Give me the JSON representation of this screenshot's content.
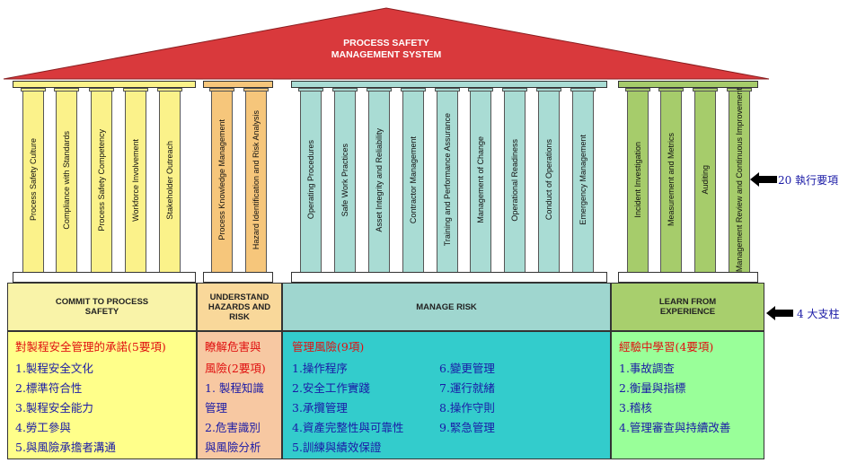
{
  "roof": {
    "title_line1": "PROCESS SAFETY",
    "title_line2": "MANAGEMENT SYSTEM",
    "color": "#d9393c"
  },
  "groups": [
    {
      "label": "COMMIT TO PROCESS SAFETY",
      "color": "#fbf28a",
      "foundation_color": "#f9f3a8",
      "box_color": "#ffff8a",
      "pillars": [
        "Process Safety Culture",
        "Compliance with Standards",
        "Process Safety Competency",
        "Workforce Involvement",
        "Stakeholder Outreach"
      ],
      "zh_heading": "對製程安全管理的承諾(5要項)",
      "zh_items": [
        "1.製程安全文化",
        "2.標準符合性",
        "3.製程安全能力",
        "4.勞工參與",
        "5.與風險承擔者溝通"
      ]
    },
    {
      "label": "UNDERSTAND HAZARDS AND RISK",
      "color": "#f6c67b",
      "foundation_color": "#f9d89a",
      "box_color": "#f7c8a2",
      "pillars": [
        "Process Knowledge Management",
        "Hazard Identification and Risk Analysis"
      ],
      "zh_heading_lines": [
        "瞭解危害與",
        "風險(2要項)"
      ],
      "zh_items": [
        "1. 製程知識",
        "管理",
        "2.危害識別",
        "與風險分析"
      ]
    },
    {
      "label": "MANAGE RISK",
      "color": "#a9dcd4",
      "foundation_color": "#9fd6cf",
      "box_color": "#33cccc",
      "pillars": [
        "Operating Procedures",
        "Safe Work Practices",
        "Asset Integrity and Reliability",
        "Contractor Management",
        "Training and Performance Assurance",
        "Management of Change",
        "Operational Readiness",
        "Conduct of Operations",
        "Emergency Management"
      ],
      "zh_heading": "管理風險(9項)",
      "zh_items": [
        "1.操作程序",
        "2.安全工作實踐",
        "3.承攬管理",
        "4.資產完整性與可靠性",
        "5.訓練與績效保證",
        "6.變更管理",
        "7.運行就緒",
        "8.操作守則",
        "9.緊急管理"
      ]
    },
    {
      "label": "LEARN FROM EXPERIENCE",
      "color": "#a6cc6b",
      "foundation_color": "#a8cf6d",
      "box_color": "#99ff99",
      "pillars": [
        "Incident Investigation",
        "Measurement and Metrics",
        "Auditing",
        "Management Review and Continuous Improvement"
      ],
      "zh_heading": "經驗中學習(4要項)",
      "zh_items": [
        "1.事故調查",
        "2.衡量與指標",
        "3.稽核",
        "4.管理審查與持續改善"
      ]
    }
  ],
  "annotations": {
    "elements": "20 執行要項",
    "pillars": "4 大支柱"
  },
  "icons": {
    "annotation_arrow": "left-arrow-icon"
  }
}
